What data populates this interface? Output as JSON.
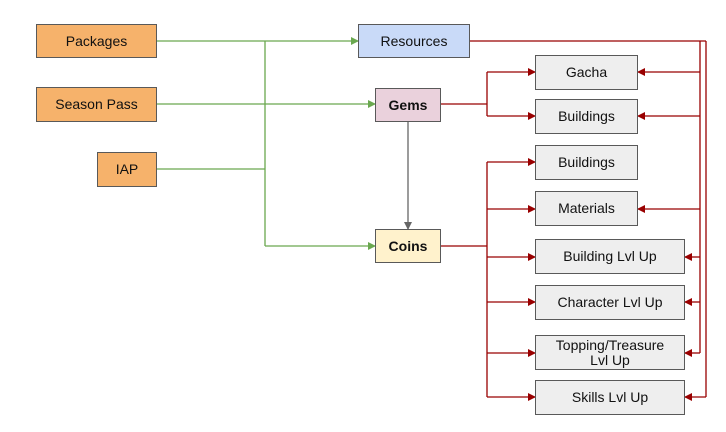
{
  "colors": {
    "source_fill": "#f6b26b",
    "resources_fill": "#c9daf8",
    "gems_fill": "#ead1dc",
    "coins_fill": "#fff2cc",
    "sink_fill": "#eeeeee",
    "green_edge": "#6aa84f",
    "red_edge": "#990000",
    "gray_edge": "#666666"
  },
  "sources": [
    {
      "id": "packages",
      "label": "Packages"
    },
    {
      "id": "season-pass",
      "label": "Season Pass"
    },
    {
      "id": "iap",
      "label": "IAP"
    }
  ],
  "currencies": {
    "resources": "Resources",
    "gems": "Gems",
    "coins": "Coins"
  },
  "sinks": [
    {
      "id": "gacha",
      "label": "Gacha"
    },
    {
      "id": "buildings-gems",
      "label": "Buildings"
    },
    {
      "id": "buildings-coins",
      "label": "Buildings"
    },
    {
      "id": "materials",
      "label": "Materials"
    },
    {
      "id": "building-lvl-up",
      "label": "Building Lvl Up"
    },
    {
      "id": "character-lvl-up",
      "label": "Character Lvl Up"
    },
    {
      "id": "topping-treasure-lvl-up",
      "label": "Topping/Treasure Lvl Up"
    },
    {
      "id": "skills-lvl-up",
      "label": "Skills Lvl Up"
    }
  ]
}
